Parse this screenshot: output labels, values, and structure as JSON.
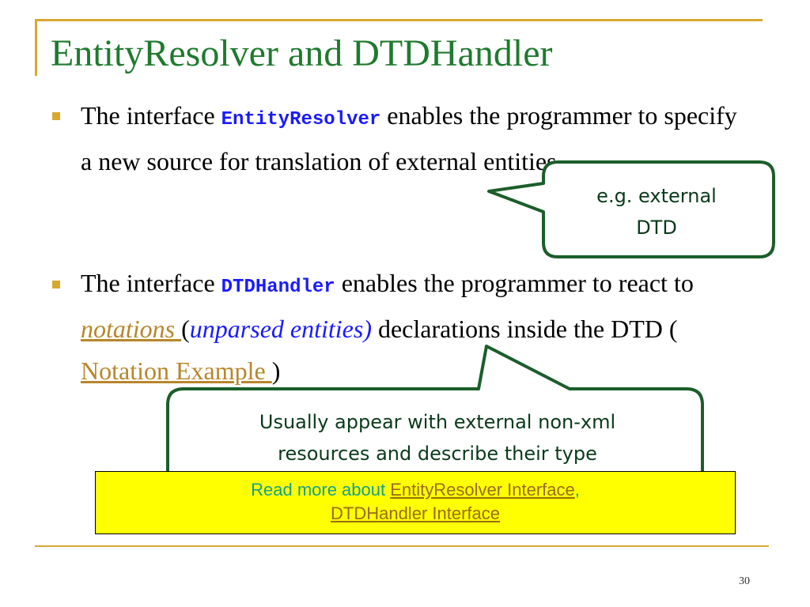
{
  "slide": {
    "title": "EntityResolver and DTDHandler",
    "bullet1": {
      "pre": "The interface ",
      "code": "EntityResolver",
      "post": " enables the programmer to specify a new source for translation of external entities"
    },
    "bullet2": {
      "pre": "The interface ",
      "code": "DTDHandler",
      "mid1": " enables the programmer to react to ",
      "link_notations": "notations ",
      "mid2": " (",
      "italic": "unparsed entities)",
      "mid3": " declarations inside the DTD ( ",
      "link_example": "Notation Example ",
      "end": ")"
    },
    "callout1": {
      "line1": "e.g. external",
      "line2": "DTD"
    },
    "callout2": {
      "line1": "Usually appear with external non-xml",
      "line2": "resources and describe their type"
    },
    "readmore": {
      "lead": "Read more about ",
      "link1": "EntityResolver Interface",
      "comma": ",",
      "link2": "DTDHandler Interface"
    },
    "page_number": "30"
  },
  "colors": {
    "title": "#1f7a2e",
    "accent": "#d9a830",
    "code": "#1a1aff",
    "link": "#b8862b",
    "callout_border": "#1b5e2a",
    "highlight": "#ffff00"
  }
}
